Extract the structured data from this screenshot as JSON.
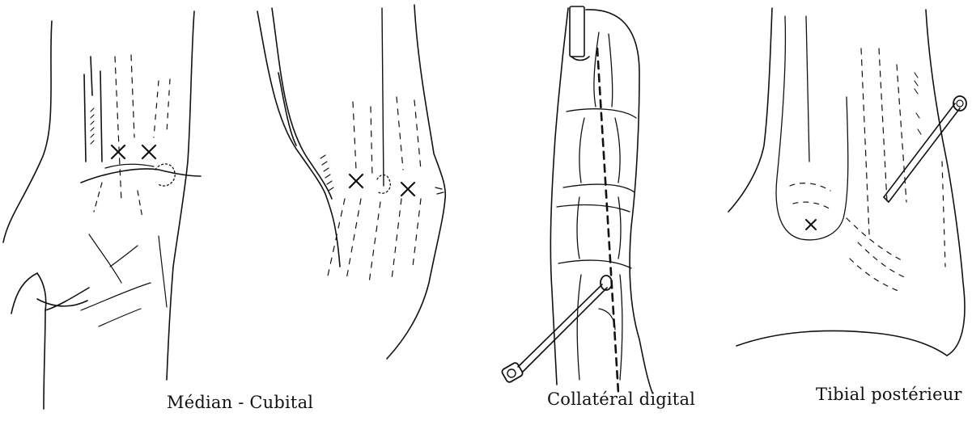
{
  "captions": {
    "median_cubital": "Médian - Cubital",
    "collateral_digital": "Collatéral digital",
    "tibial_posterieur": "Tibial postérieur"
  },
  "colors": {
    "ink": "#111111",
    "background": "#ffffff"
  }
}
